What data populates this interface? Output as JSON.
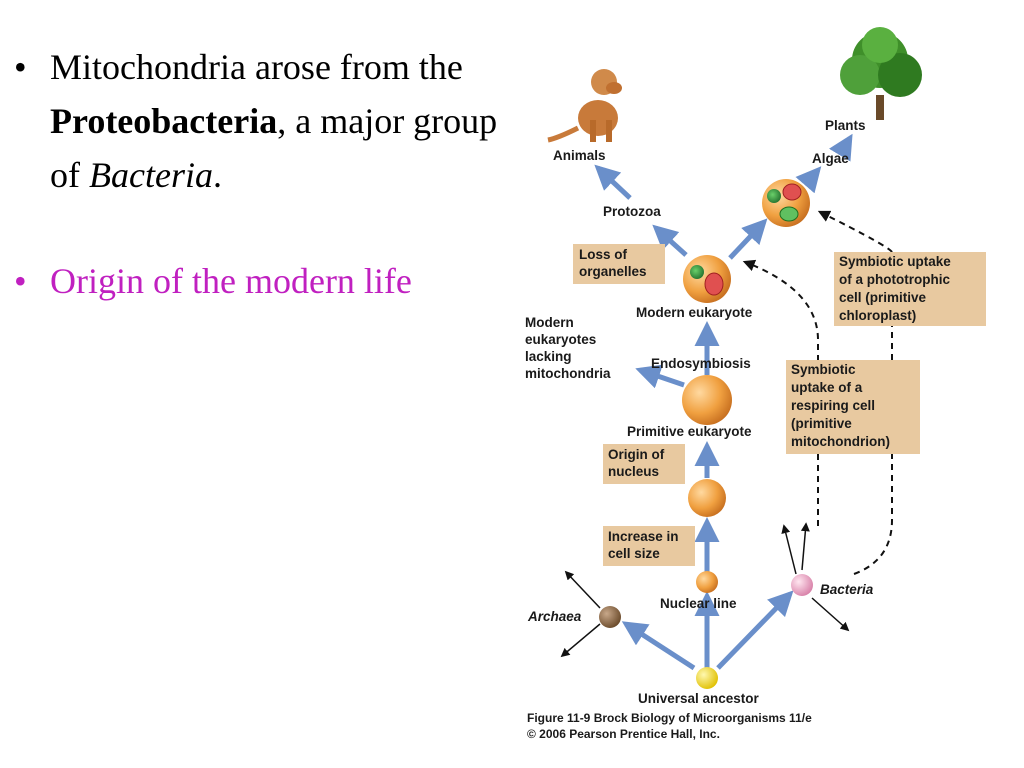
{
  "bullets": [
    {
      "symbol": "•",
      "pre": "Mitochondria arose from the ",
      "bold": "Proteobacteria",
      "mid": ", a major group of ",
      "italic": "Bacteria",
      "post": "."
    },
    {
      "symbol": "•",
      "text": "Origin of the modern life"
    }
  ],
  "diagram": {
    "nodes": {
      "plants": "Plants",
      "algae": "Algae",
      "animals": "Animals",
      "protozoa": "Protozoa",
      "modern_eukaryote": "Modern eukaryote",
      "modern_lacking": [
        "Modern",
        "eukaryotes",
        "lacking",
        "mitochondria"
      ],
      "endosymbiosis": "Endosymbiosis",
      "primitive_eukaryote": "Primitive eukaryote",
      "nuclear_line": "Nuclear line",
      "bacteria": "Bacteria",
      "archaea": "Archaea",
      "universal_ancestor": "Universal ancestor"
    },
    "boxes": {
      "loss_of_organelles": [
        "Loss of",
        "organelles"
      ],
      "symbiotic_phototroph": [
        "Symbiotic uptake",
        "of a phototrophic",
        "cell (primitive",
        "chloroplast)"
      ],
      "symbiotic_respiring": [
        "Symbiotic",
        "uptake of a",
        "respiring cell",
        "(primitive",
        "mitochondrion)"
      ],
      "origin_of_nucleus": [
        "Origin of",
        "nucleus"
      ],
      "increase_cell_size": [
        "Increase in",
        "cell size"
      ]
    },
    "caption": [
      "Figure 11-9  Brock Biology of Microorganisms 11/e",
      "© 2006 Pearson Prentice Hall, Inc."
    ],
    "colors": {
      "arrow": "#6a8fca",
      "box": "#e8c9a0",
      "cell": "#f0a040",
      "bacteria": "#e8a0c0",
      "archaea": "#8a6a4a",
      "ancestor": "#f0d020",
      "bullet2": "#c020c0"
    }
  }
}
